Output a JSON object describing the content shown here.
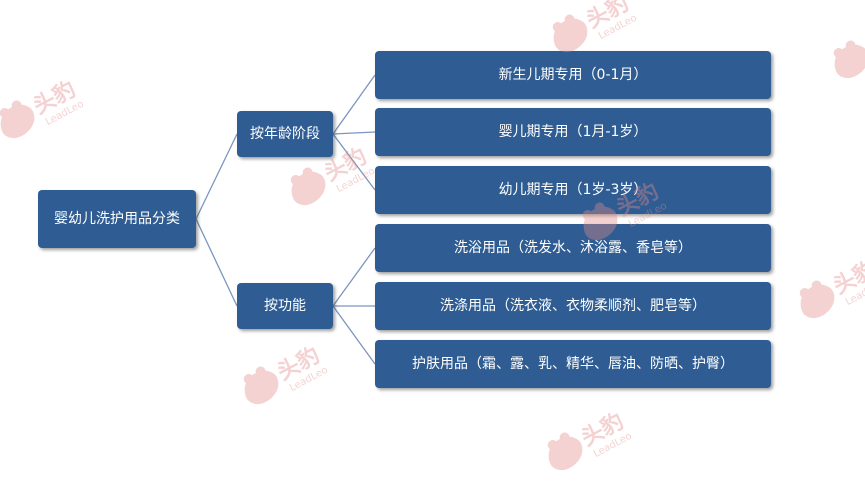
{
  "diagram": {
    "root": {
      "label": "婴幼儿洗护用品分类"
    },
    "branches": [
      {
        "label": "按年龄阶段",
        "leaves": [
          {
            "label": "新生儿期专用（0-1月）"
          },
          {
            "label": "婴儿期专用（1月-1岁）"
          },
          {
            "label": "幼儿期专用（1岁-3岁）"
          }
        ]
      },
      {
        "label": "按功能",
        "leaves": [
          {
            "label": "洗浴用品（洗发水、沐浴露、香皂等）"
          },
          {
            "label": "洗涤用品（洗衣液、衣物柔顺剂、肥皂等）"
          },
          {
            "label": "护肤用品（霜、露、乳、精华、唇油、防晒、护臀）"
          }
        ]
      }
    ]
  },
  "watermark": {
    "text": "头豹",
    "subtext": "LeadLeo",
    "icon": "leopard-head-logo"
  },
  "colors": {
    "node_fill": "#2f5d93",
    "connector": "#7a96bf",
    "watermark": "#e48a8a"
  }
}
